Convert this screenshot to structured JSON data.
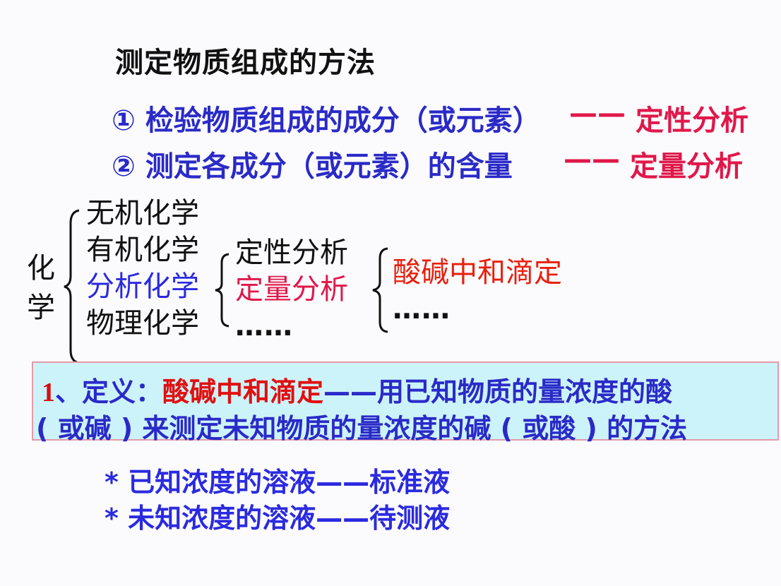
{
  "title": "测定物质组成的方法",
  "methods": [
    {
      "marker": "①",
      "text": "检验物质组成的成分（或元素）",
      "dash": "——",
      "result": "定性分析"
    },
    {
      "marker": "②",
      "text": "测定各成分（或元素）的含量",
      "dash": "——",
      "result": "定量分析"
    }
  ],
  "tree": {
    "root": "化学",
    "branches": [
      "无机化学",
      "有机化学",
      "分析化学",
      "物理化学",
      "……"
    ],
    "analysis_branches": [
      "定性分析",
      "定量分析",
      "……"
    ],
    "quant_branches": [
      "酸碱中和滴定",
      "……"
    ]
  },
  "definition": {
    "number": "1",
    "sep": "、",
    "label": "定义：",
    "term": "酸碱中和滴定",
    "line1_rest": "——用已知物质的量浓度的酸",
    "line2": "( 或碱 ) 来测定未知物质的量浓度的碱 ( 或酸 ) 的方法"
  },
  "notes": [
    "* 已知浓度的溶液——标准液",
    "* 未知浓度的溶液——待测液"
  ],
  "colors": {
    "blue_text": "#2a2ac8",
    "red_text": "#e0184a",
    "box_bg": "#cdf3fa",
    "box_border": "#e59aa8"
  }
}
